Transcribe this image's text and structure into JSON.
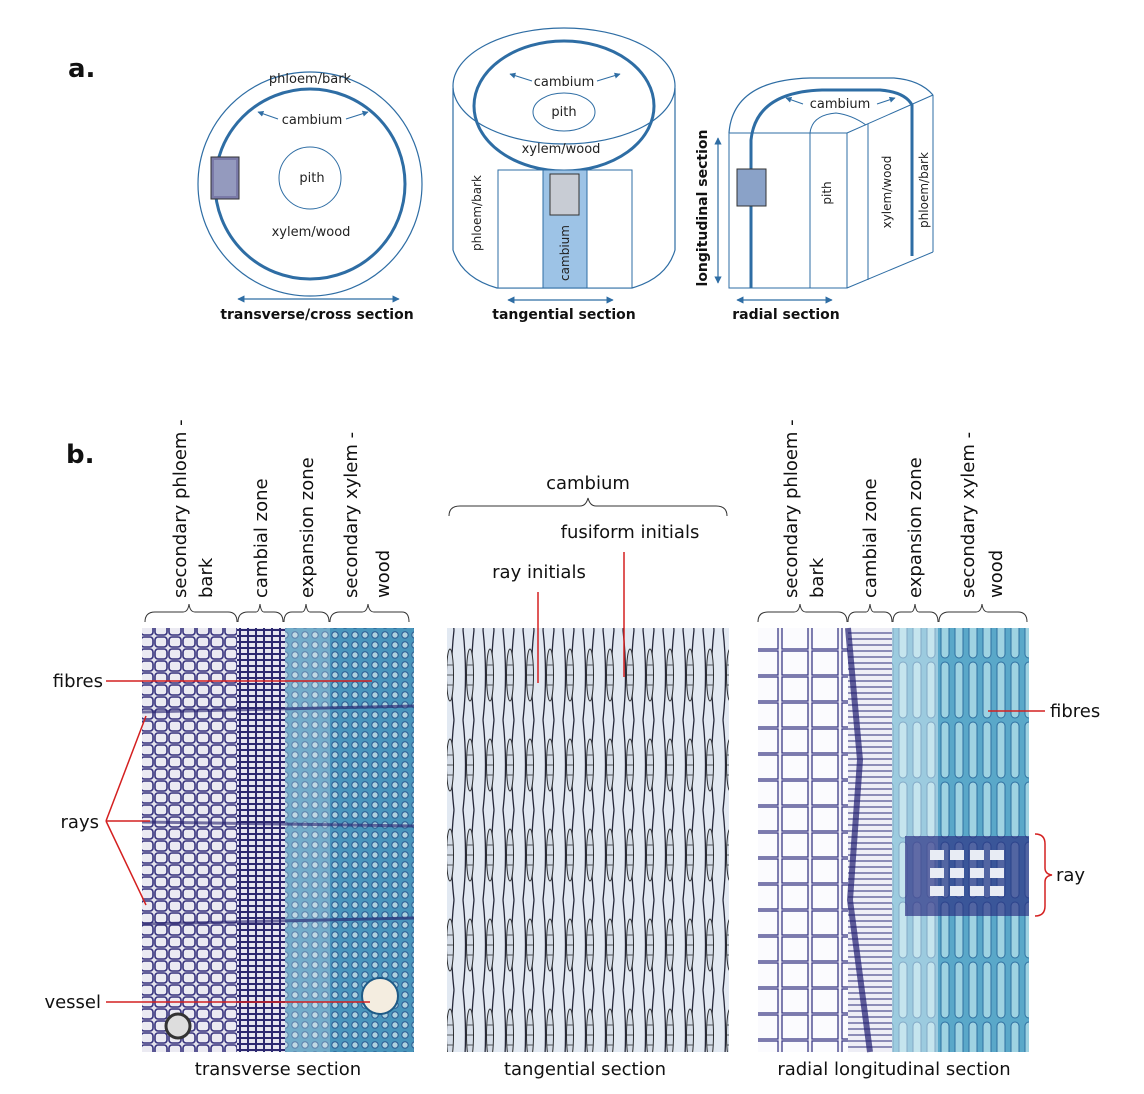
{
  "panel_a": {
    "letter": "a.",
    "transverse": {
      "outer_label": "phloem/bark",
      "cambium_label": "cambium",
      "pith_label": "pith",
      "xylem_label": "xylem/wood",
      "caption": "transverse/cross section"
    },
    "tangential": {
      "cambium_top_label": "cambium",
      "pith_label": "pith",
      "xylem_label": "xylem/wood",
      "phloem_label": "phloem/bark",
      "cambium_strip_label": "cambium",
      "caption": "tangential section"
    },
    "radial": {
      "cambium_label": "cambium",
      "pith_label": "pith",
      "xylem_label": "xylem/wood",
      "phloem_label": "phloem/bark",
      "longitudinal_label": "longitudinal section",
      "caption": "radial section"
    }
  },
  "panel_b": {
    "letter": "b.",
    "transverse": {
      "zones": [
        {
          "line1": "secondary phloem -",
          "line2": "bark"
        },
        {
          "line1": "cambial zone",
          "line2": ""
        },
        {
          "line1": "expansion zone",
          "line2": ""
        },
        {
          "line1": "secondary xylem -",
          "line2": "wood"
        }
      ],
      "annotations": {
        "fibres": "fibres",
        "rays": "rays",
        "vessel": "vessel"
      },
      "caption": "transverse section"
    },
    "tangential": {
      "bracket_label": "cambium",
      "annotations": {
        "fusiform": "fusiform initials",
        "ray_initials": "ray initials"
      },
      "caption": "tangential section"
    },
    "radial": {
      "zones": [
        {
          "line1": "secondary phloem -",
          "line2": "bark"
        },
        {
          "line1": "cambial zone",
          "line2": ""
        },
        {
          "line1": "expansion zone",
          "line2": ""
        },
        {
          "line1": "secondary xylem -",
          "line2": "wood"
        }
      ],
      "annotations": {
        "fibres": "fibres",
        "ray": "ray"
      },
      "caption": "radial longitudinal section"
    }
  },
  "colors": {
    "diagram_blue": "#2e6da4",
    "cambium_fill": "#9dc3e6",
    "annotation_red": "#d42020",
    "stain_dark": "#2a2a7a",
    "stain_light": "#5aa5c8"
  }
}
